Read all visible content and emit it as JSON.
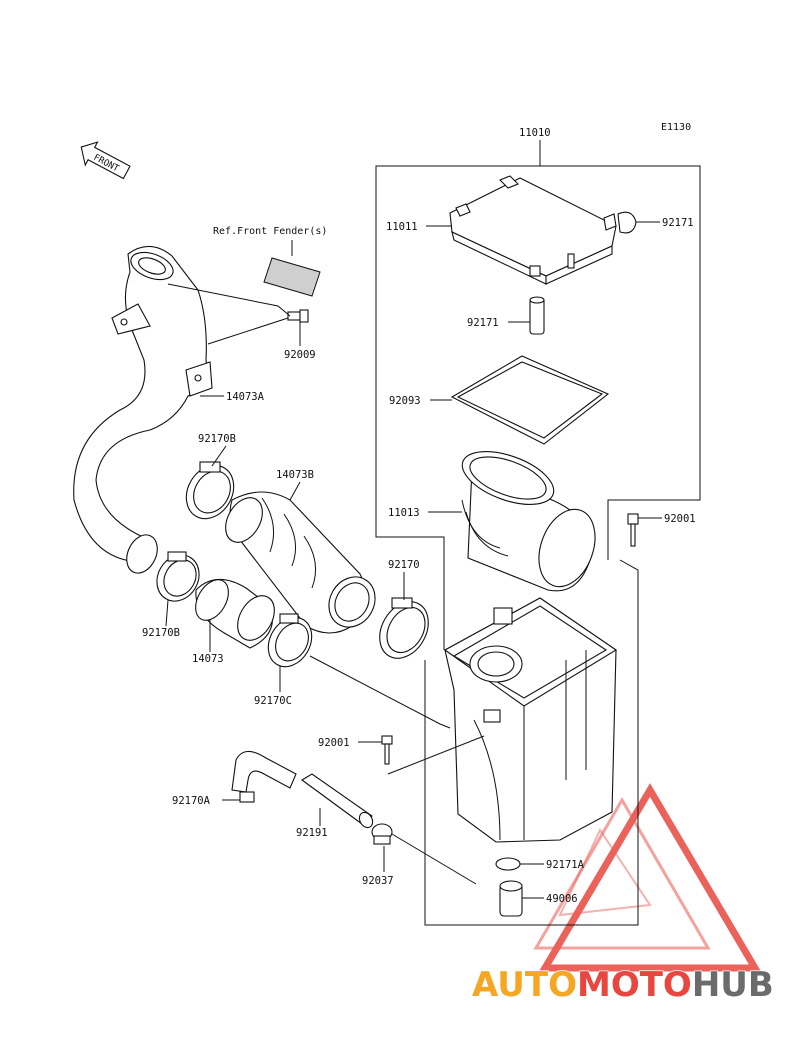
{
  "diagram": {
    "code": "E1130",
    "front_arrow": "FRONT",
    "ref_note": "Ref.Front Fender(s)",
    "parts": [
      {
        "id": "p-11010",
        "text": "11010"
      },
      {
        "id": "p-11011",
        "text": "11011"
      },
      {
        "id": "p-92171-top",
        "text": "92171"
      },
      {
        "id": "p-92171-mid",
        "text": "92171"
      },
      {
        "id": "p-92093",
        "text": "92093"
      },
      {
        "id": "p-11013",
        "text": "11013"
      },
      {
        "id": "p-92001-right",
        "text": "92001"
      },
      {
        "id": "p-92009",
        "text": "92009"
      },
      {
        "id": "p-14073A",
        "text": "14073A"
      },
      {
        "id": "p-92170B-top",
        "text": "92170B"
      },
      {
        "id": "p-14073B",
        "text": "14073B"
      },
      {
        "id": "p-92170",
        "text": "92170"
      },
      {
        "id": "p-92170B-low",
        "text": "92170B"
      },
      {
        "id": "p-14073",
        "text": "14073"
      },
      {
        "id": "p-92170C",
        "text": "92170C"
      },
      {
        "id": "p-92001-left",
        "text": "92001"
      },
      {
        "id": "p-92170A",
        "text": "92170A"
      },
      {
        "id": "p-92191",
        "text": "92191"
      },
      {
        "id": "p-92037",
        "text": "92037"
      },
      {
        "id": "p-92171A",
        "text": "92171A"
      },
      {
        "id": "p-49006",
        "text": "49006"
      }
    ]
  },
  "watermark": {
    "part1": "AUTO",
    "part2": "MOTO",
    "part3": "HUB",
    "color_orange": "#f5a623",
    "color_red": "#e8473f",
    "color_gray": "#6b6b6b"
  }
}
